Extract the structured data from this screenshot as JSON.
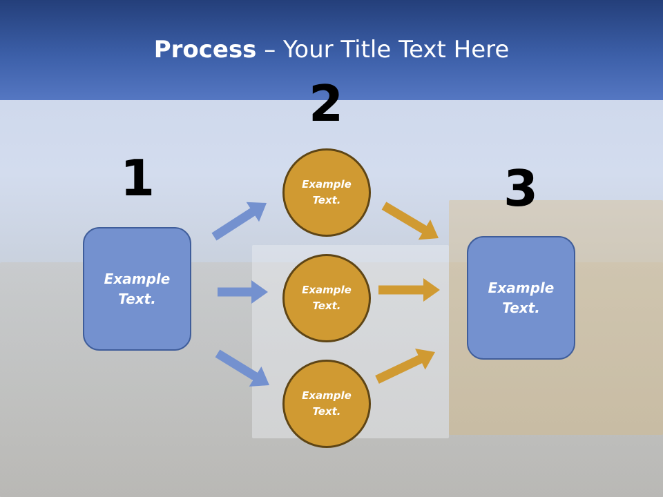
{
  "header": {
    "title_bold": "Process",
    "title_rest": " – Your Title Text Here"
  },
  "steps": [
    {
      "number": "1",
      "label_line1": "Example",
      "label_line2": "Text."
    },
    {
      "number": "2",
      "items": [
        {
          "label_line1": "Example",
          "label_line2": "Text."
        },
        {
          "label_line1": "Example",
          "label_line2": "Text."
        },
        {
          "label_line1": "Example",
          "label_line2": "Text."
        }
      ]
    },
    {
      "number": "3",
      "label_line1": "Example",
      "label_line2": "Text."
    }
  ],
  "colors": {
    "header": "#3c5fa8",
    "box": "#7491cf",
    "circle": "#d09a32",
    "arrow_blue": "#7491cf",
    "arrow_gold": "#d09a32"
  }
}
